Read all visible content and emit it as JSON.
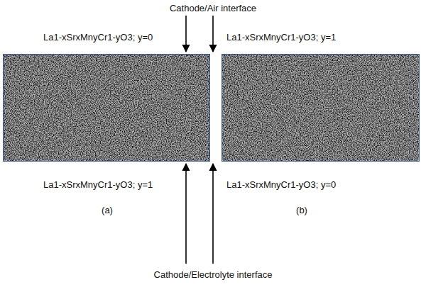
{
  "diagram": {
    "nodes": [
      {
        "text": [
          "La1-xSrxMnyCr1-yO3; y=0",
          "La1-xSrxMnyCr1-yO3; y=1",
          "(a)"
        ]
      },
      {
        "text": [
          "La1-xSrxMnyCr1-yO3; y=1",
          "La1-xSrxMnyCr1-yO3; y=0",
          "(b)"
        ]
      }
    ],
    "labels": [
      "Cathode/Air interface",
      "Cathode/Electrolyte interface"
    ]
  }
}
